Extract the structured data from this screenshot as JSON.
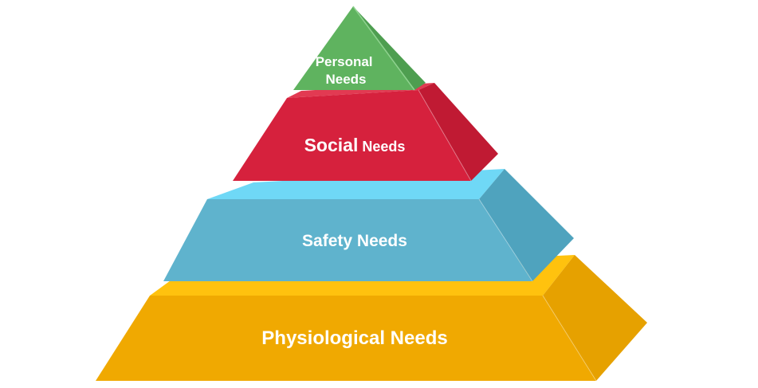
{
  "diagram": {
    "type": "pyramid",
    "tiers": [
      {
        "id": "personal",
        "label_lines": [
          "Personal",
          "Needs"
        ],
        "colors": {
          "front": "#5FB35F",
          "side": "#4E9E50",
          "top": "#78C978"
        }
      },
      {
        "id": "social",
        "label_main": "Social",
        "label_rest": " Needs",
        "colors": {
          "front": "#D6213D",
          "side": "#C01A33",
          "top": "#E23A52"
        }
      },
      {
        "id": "safety",
        "label": "Safety Needs",
        "colors": {
          "front": "#5FB3CD",
          "side": "#4FA3BE",
          "top": "#6FD8F6"
        }
      },
      {
        "id": "physiological",
        "label": "Physiological Needs",
        "colors": {
          "front": "#F0A901",
          "side": "#E6A100",
          "top": "#FFC20E"
        }
      }
    ]
  }
}
